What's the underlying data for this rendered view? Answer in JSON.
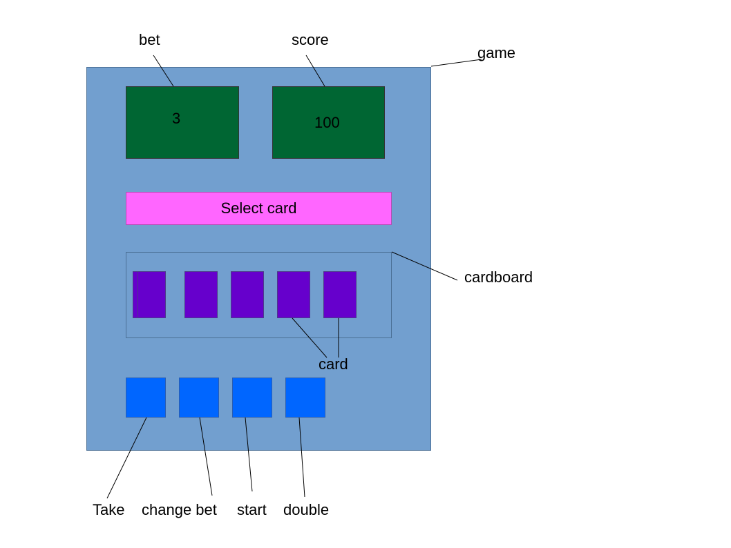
{
  "labels": {
    "bet": "bet",
    "score": "score",
    "game": "game",
    "cardboard": "cardboard",
    "card": "card",
    "take": "Take",
    "change_bet": "change bet",
    "start": "start",
    "double": "double"
  },
  "game": {
    "bet_value": "3",
    "score_value": "100",
    "select_bar_text": "Select card"
  },
  "colors": {
    "game_bg": "#729fcf",
    "panel_bg": "#006633",
    "select_bar_bg": "#ff66ff",
    "card_bg": "#6600cc",
    "button_bg": "#0066ff"
  }
}
